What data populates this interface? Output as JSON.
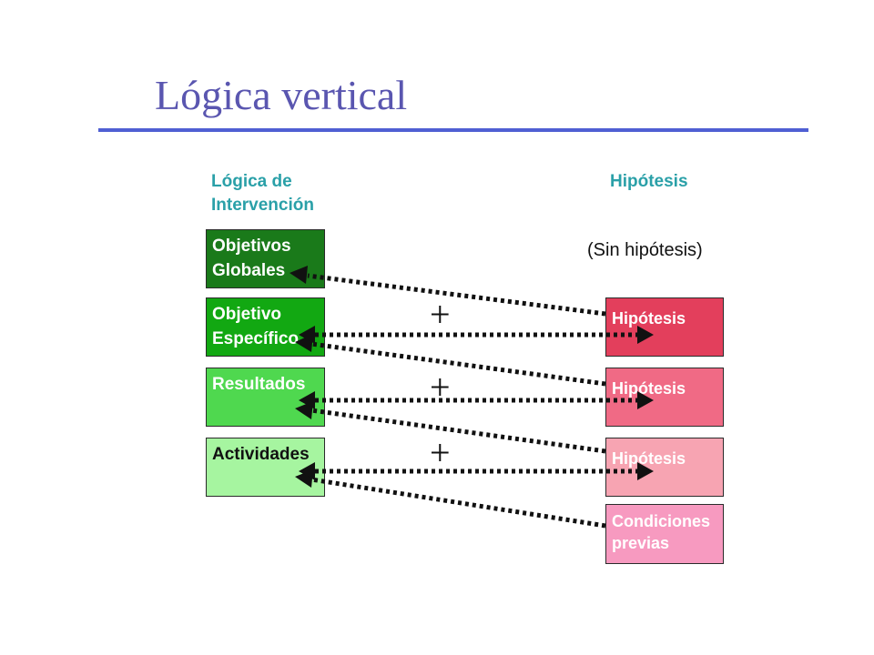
{
  "title": "Lógica vertical",
  "headers": {
    "left": "Lógica de\nIntervención",
    "right": "Hipótesis"
  },
  "no_hypothesis_label": "(Sin hipótesis)",
  "left_boxes": [
    {
      "label": "Objetivos\nGlobales",
      "color": "#1a7a1a",
      "text_color": "#ffffff"
    },
    {
      "label": "Objetivo\nEspecífico",
      "color": "#12a812",
      "text_color": "#ffffff"
    },
    {
      "label": "Resultados",
      "color": "#4fd84f",
      "text_color": "#ffffff"
    },
    {
      "label": "Actividades",
      "color": "#a6f5a0",
      "text_color": "#111111"
    }
  ],
  "right_boxes": [
    {
      "label": "Hipótesis",
      "color": "#e33f5c"
    },
    {
      "label": "Hipótesis",
      "color": "#f06a85"
    },
    {
      "label": "Hipótesis",
      "color": "#f7a4b2"
    },
    {
      "label": "Condiciones\nprevias",
      "color": "#f79ac0"
    }
  ],
  "plus_signs": [
    "+",
    "+",
    "+"
  ]
}
